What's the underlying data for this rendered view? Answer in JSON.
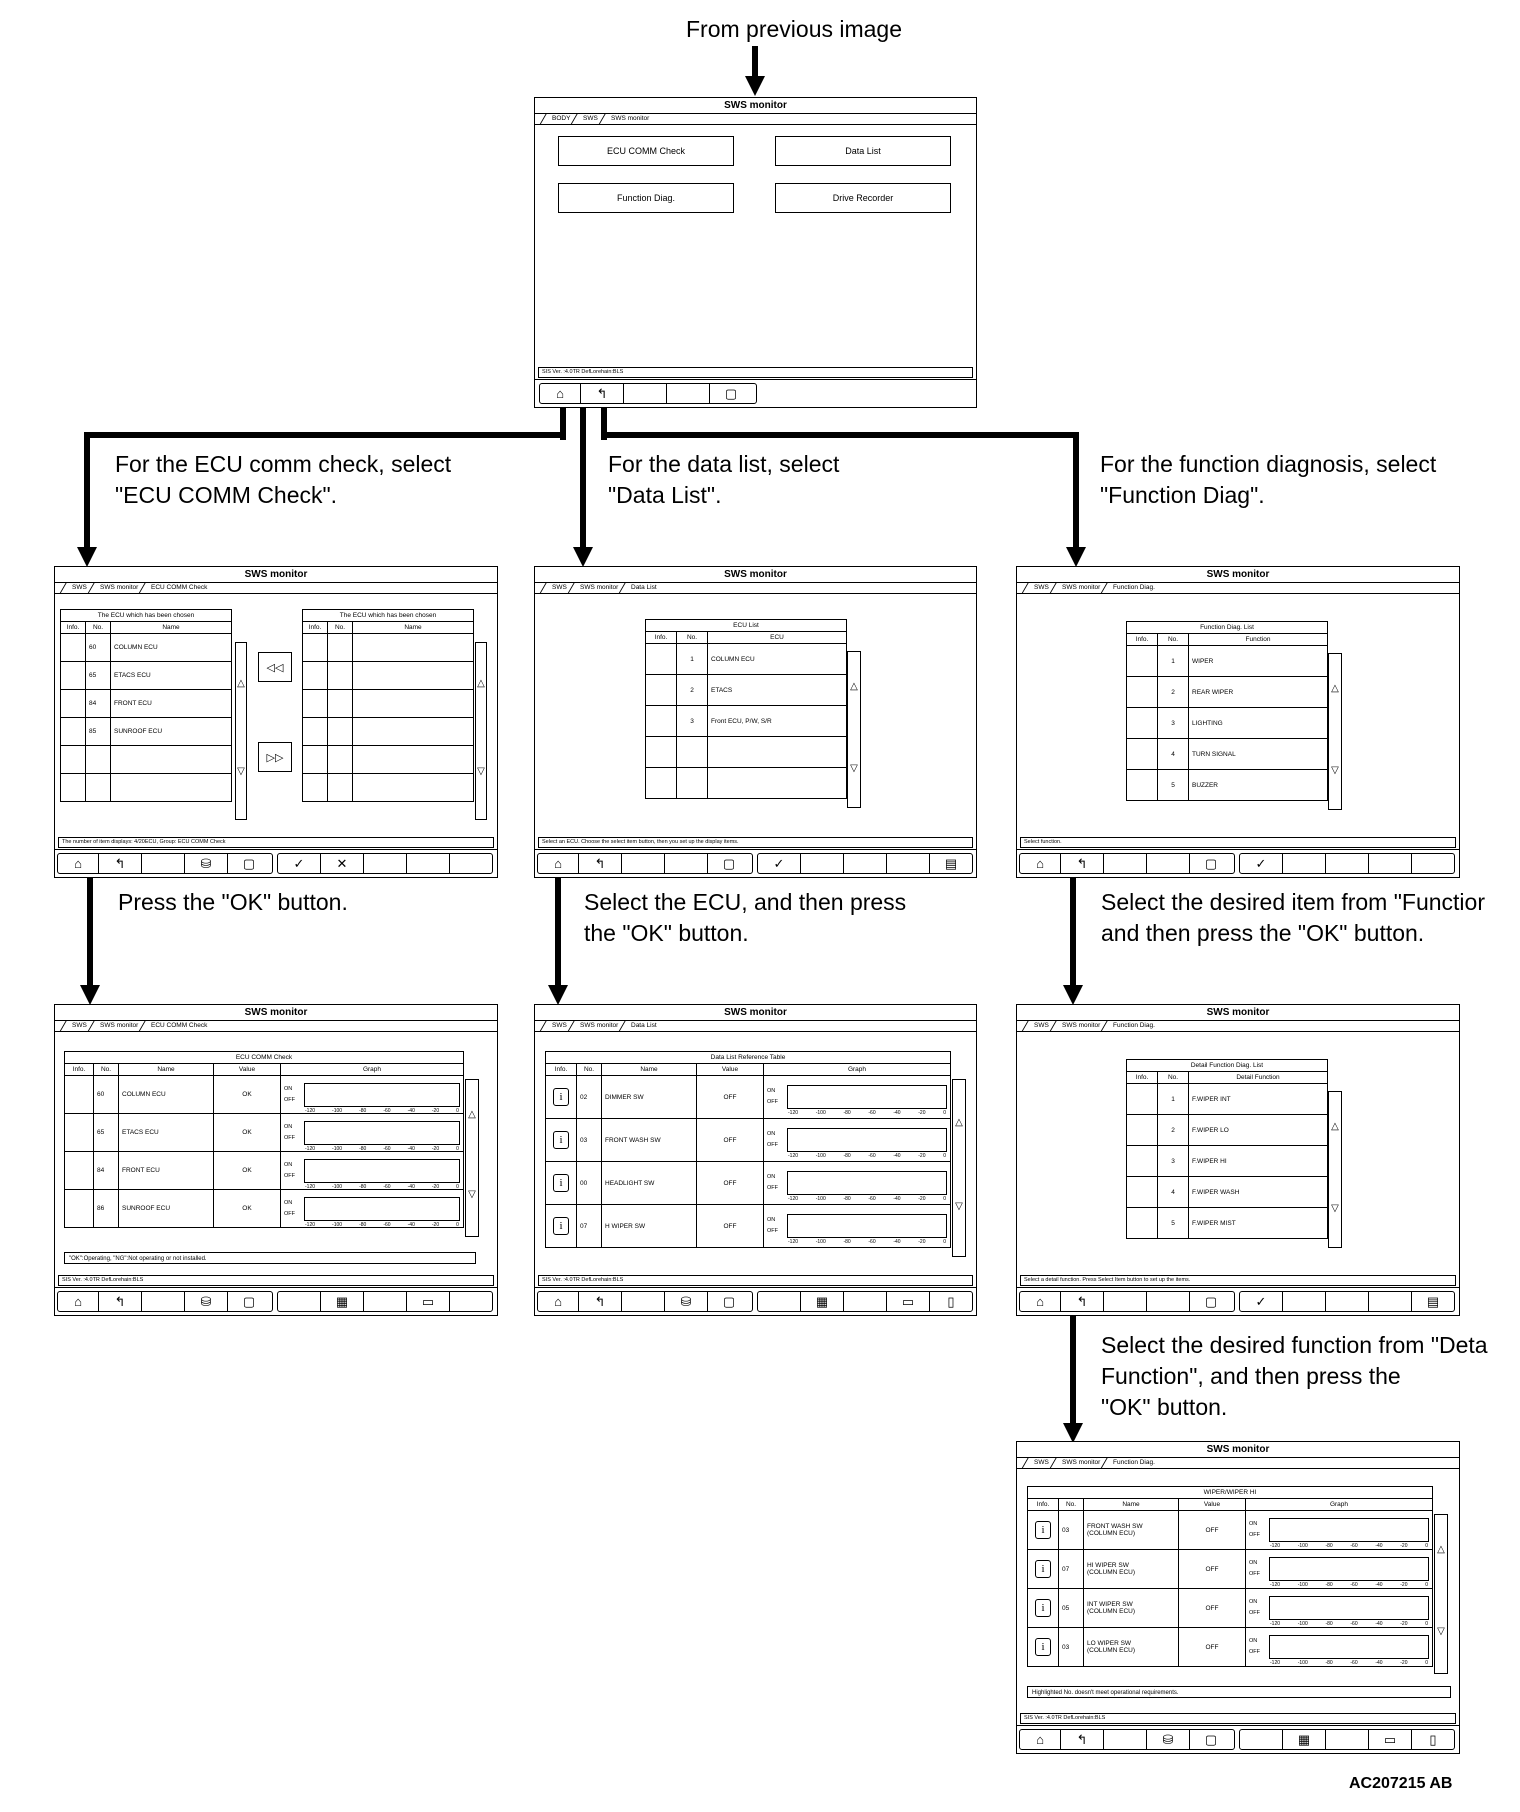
{
  "top_caption": "From previous image",
  "captions": {
    "ecu": "For the ECU comm check, select\n\"ECU COMM Check\".",
    "data": "For the data list, select\n\"Data List\".",
    "func": "For the function diagnosis, select\n\"Function Diag\".",
    "ok1": "Press the \"OK\" button.",
    "ok2": "Select the ECU, and then press\nthe \"OK\" button.",
    "ok3": "Select the desired item from \"Functior\nand then press the \"OK\" button.",
    "ok4": "Select the desired function from \"Deta\nFunction\", and then press the\n\"OK\" button."
  },
  "figure_code": "AC207215 AB",
  "window_title": "SWS monitor",
  "icons": [
    "home-icon",
    "return-icon",
    "save-icon",
    "copy-icon",
    "check-icon",
    "cancel-icon",
    "table-icon",
    "monitor-icon",
    "screen-icon"
  ],
  "menu": {
    "crumbs": [
      "BODY",
      "SWS",
      "SWS monitor"
    ],
    "buttons": [
      "ECU COMM Check",
      "Data List",
      "Function Diag.",
      "Drive Recorder"
    ],
    "status": "SIS Ver. :4.0TR DefLorehain:BLS"
  },
  "ecu_select": {
    "crumbs": [
      "SWS",
      "SWS monitor",
      "ECU COMM Check"
    ],
    "left_title": "The ECU which has been chosen",
    "right_title": "The ECU which has been chosen",
    "cols": [
      "Info.",
      "No.",
      "Name"
    ],
    "rows": [
      {
        "no": "60",
        "name": "COLUMN ECU"
      },
      {
        "no": "65",
        "name": "ETACS ECU"
      },
      {
        "no": "84",
        "name": "FRONT ECU"
      },
      {
        "no": "85",
        "name": "SUNROOF ECU"
      },
      {
        "no": "",
        "name": ""
      },
      {
        "no": "",
        "name": ""
      }
    ],
    "status": "The number of item displays: 4/20ECU, Group: ECU COMM Check"
  },
  "data_select": {
    "crumbs": [
      "SWS",
      "SWS monitor",
      "Data List"
    ],
    "list_title": "ECU List",
    "cols": [
      "Info.",
      "No.",
      "ECU"
    ],
    "rows": [
      {
        "no": "1",
        "name": "COLUMN ECU"
      },
      {
        "no": "2",
        "name": "ETACS"
      },
      {
        "no": "3",
        "name": "Front ECU, P/W, S/R"
      },
      {
        "no": "",
        "name": ""
      },
      {
        "no": "",
        "name": ""
      }
    ],
    "status": "Select an ECU. Choose the select item button, then you set up the display items."
  },
  "func_select": {
    "crumbs": [
      "SWS",
      "SWS monitor",
      "Function Diag."
    ],
    "list_title": "Function Diag. List",
    "cols": [
      "Info.",
      "No.",
      "Function"
    ],
    "rows": [
      {
        "no": "1",
        "name": "WIPER"
      },
      {
        "no": "2",
        "name": "REAR WIPER"
      },
      {
        "no": "3",
        "name": "LIGHTING"
      },
      {
        "no": "4",
        "name": "TURN SIGNAL"
      },
      {
        "no": "5",
        "name": "BUZZER"
      }
    ],
    "status": "Select function."
  },
  "ecu_result": {
    "crumbs": [
      "SWS",
      "SWS monitor",
      "ECU COMM Check"
    ],
    "table_title": "ECU COMM Check",
    "cols": [
      "Info.",
      "No.",
      "Name",
      "Value",
      "Graph"
    ],
    "rows": [
      {
        "no": "60",
        "name": "COLUMN ECU",
        "value": "OK"
      },
      {
        "no": "65",
        "name": "ETACS ECU",
        "value": "OK"
      },
      {
        "no": "84",
        "name": "FRONT ECU",
        "value": "OK"
      },
      {
        "no": "86",
        "name": "SUNROOF ECU",
        "value": "OK"
      }
    ],
    "note": "\"OK\":Operating, \"NG\":Not operating or not installed.",
    "status": "SIS Ver. :4.0TR DefLorehain:BLS"
  },
  "data_result": {
    "crumbs": [
      "SWS",
      "SWS monitor",
      "Data List"
    ],
    "table_title": "Data List Reference Table",
    "cols": [
      "Info.",
      "No.",
      "Name",
      "Value",
      "Graph"
    ],
    "rows": [
      {
        "no": "02",
        "name": "DIMMER SW",
        "value": "OFF"
      },
      {
        "no": "03",
        "name": "FRONT WASH SW",
        "value": "OFF"
      },
      {
        "no": "00",
        "name": "HEADLIGHT SW",
        "value": "OFF"
      },
      {
        "no": "07",
        "name": "H WIPER SW",
        "value": "OFF"
      }
    ],
    "status": "SIS Ver. :4.0TR DefLorehain:BLS"
  },
  "func_detail": {
    "crumbs": [
      "SWS",
      "SWS monitor",
      "Function Diag."
    ],
    "list_title": "Detail Function Diag. List",
    "cols": [
      "Info.",
      "No.",
      "Detail Function"
    ],
    "rows": [
      {
        "no": "1",
        "name": "F.WIPER INT"
      },
      {
        "no": "2",
        "name": "F.WIPER LO"
      },
      {
        "no": "3",
        "name": "F.WIPER HI"
      },
      {
        "no": "4",
        "name": "F.WIPER WASH"
      },
      {
        "no": "5",
        "name": "F.WIPER MIST"
      }
    ],
    "status": "Select a detail function. Press Select Item button to set up the items."
  },
  "wiper_result": {
    "crumbs": [
      "SWS",
      "SWS monitor",
      "Function Diag."
    ],
    "table_title": "WIPER/WIPER HI",
    "cols": [
      "Info.",
      "No.",
      "Name",
      "Value",
      "Graph"
    ],
    "rows": [
      {
        "no": "03",
        "name": "FRONT WASH SW\n(COLUMN ECU)",
        "value": "OFF"
      },
      {
        "no": "07",
        "name": "HI WIPER SW\n(COLUMN ECU)",
        "value": "OFF"
      },
      {
        "no": "05",
        "name": "INT WIPER SW\n(COLUMN ECU)",
        "value": "OFF"
      },
      {
        "no": "03",
        "name": "LO WIPER SW\n(COLUMN ECU)",
        "value": "OFF"
      }
    ],
    "note": "Highlighted No. doesn't meet operational requirements.",
    "status": "SIS Ver. :4.0TR DefLorehain:BLS"
  },
  "graph": {
    "on": "ON",
    "off": "OFF",
    "ticks": [
      "-120",
      "-100",
      "-80",
      "-60",
      "-40",
      "-20",
      "0"
    ]
  }
}
